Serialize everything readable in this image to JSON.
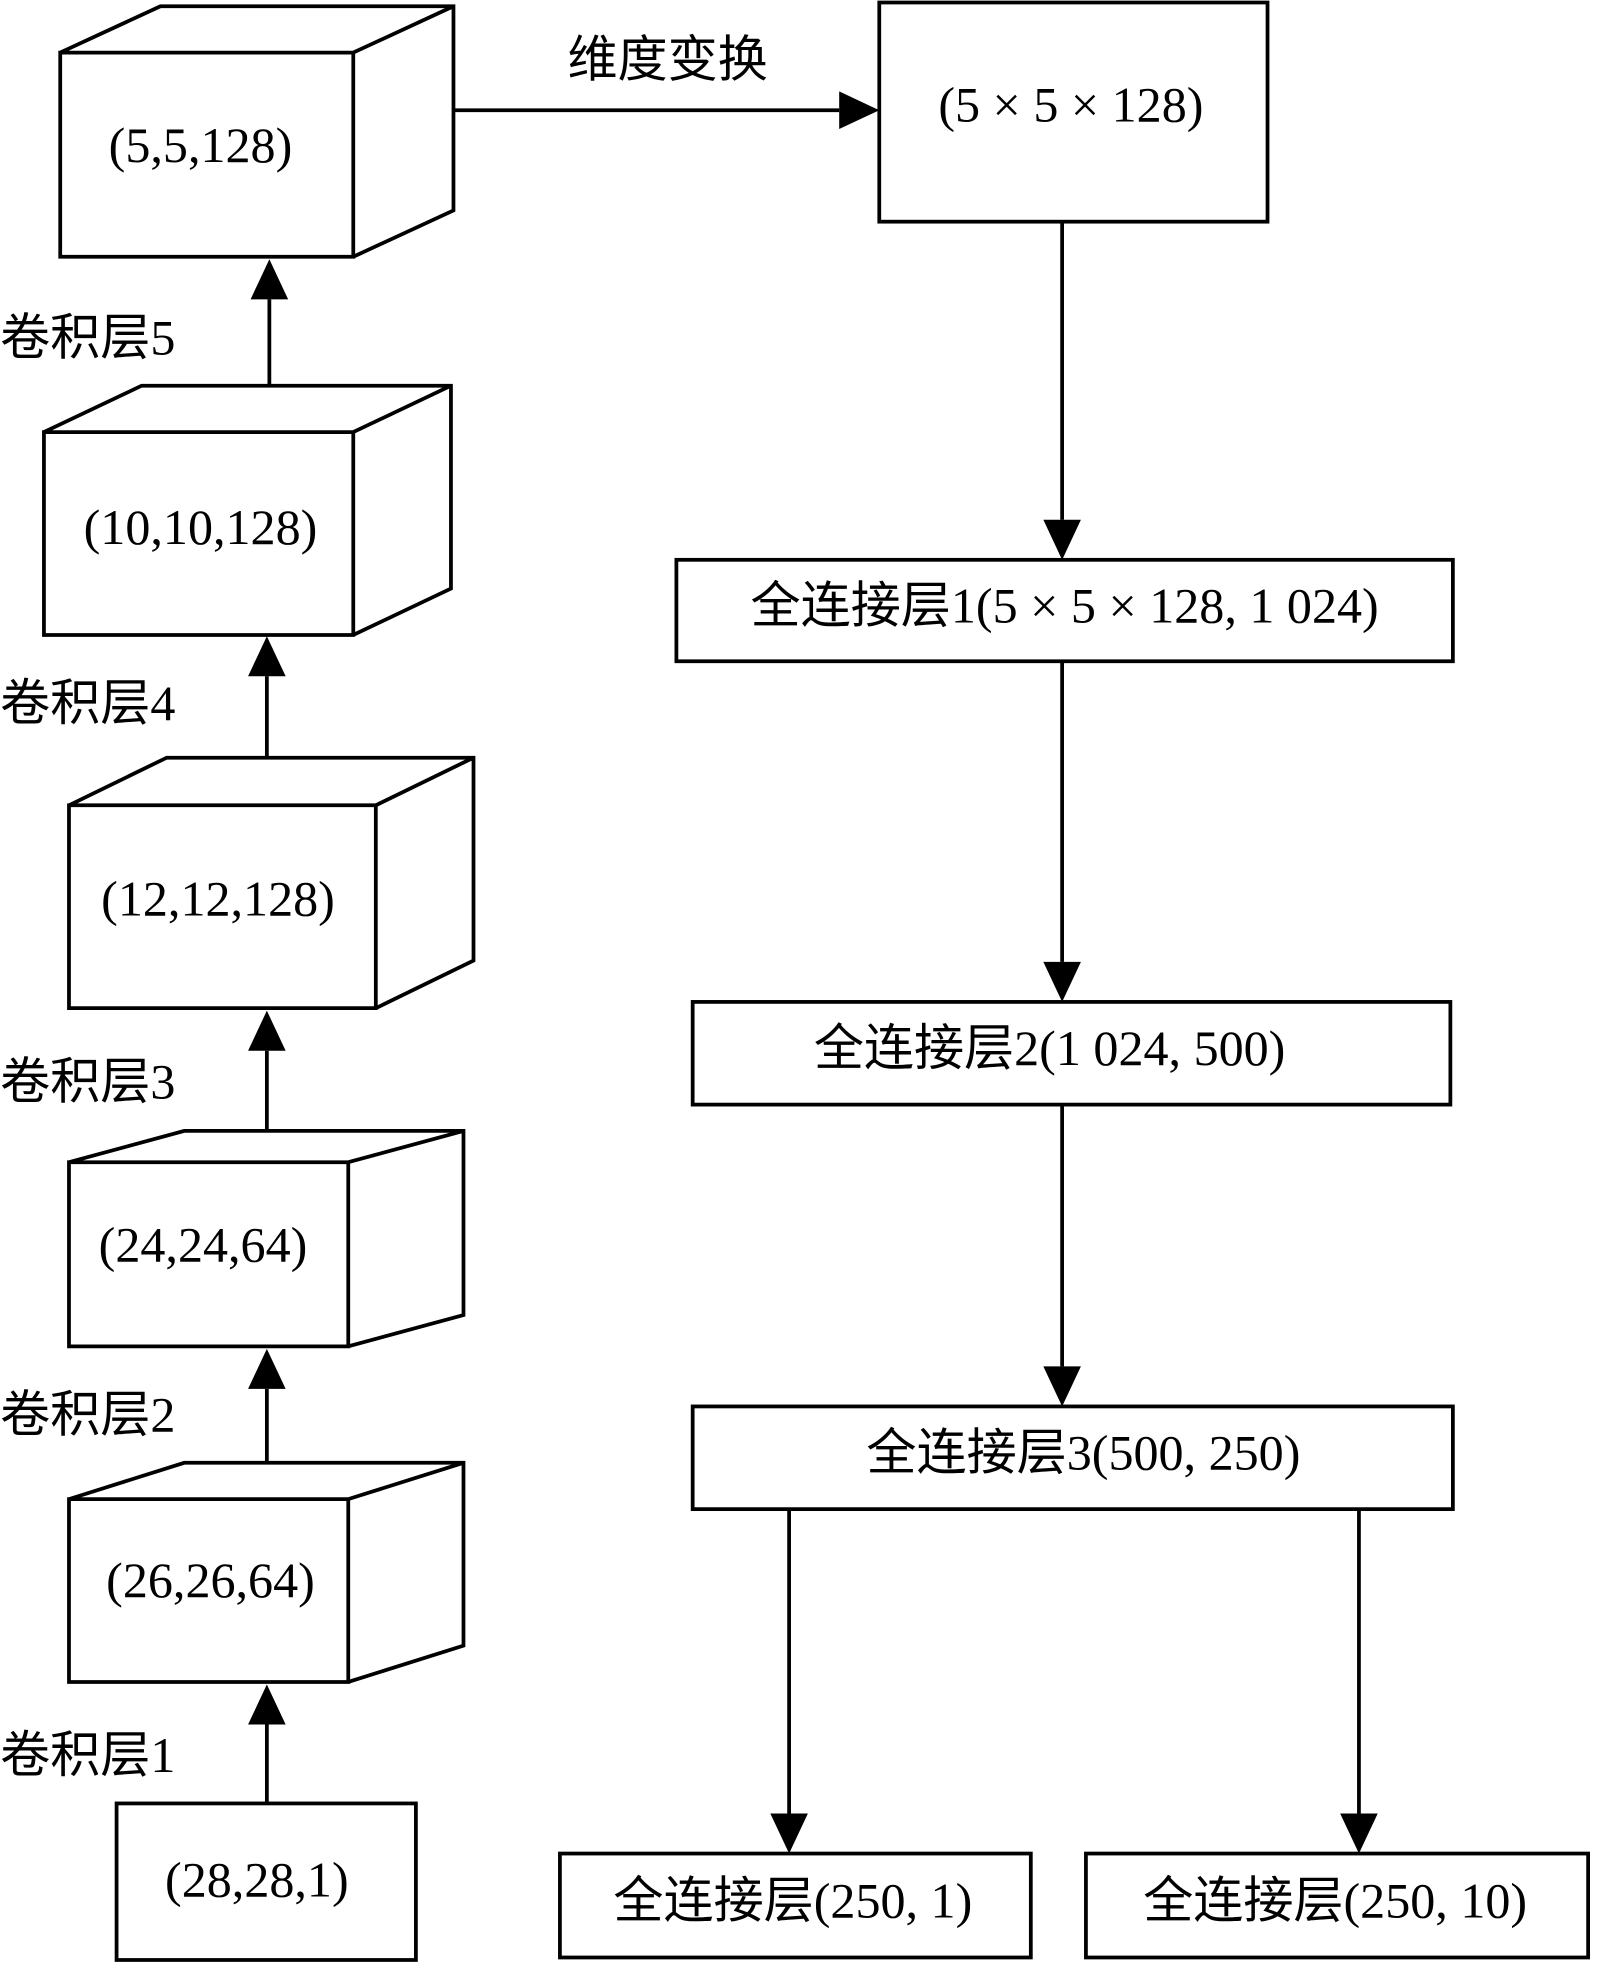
{
  "convolution_stack": {
    "input": "(28,28,1)",
    "cubes": [
      "(26,26,64)",
      "(24,24,64)",
      "(12,12,128)",
      "(10,10,128)",
      "(5,5,128)"
    ],
    "layer_labels": [
      "卷积层1",
      "卷积层2",
      "卷积层3",
      "卷积层4",
      "卷积层5"
    ]
  },
  "reshape": {
    "label": "维度变换",
    "box": "(5 × 5 × 128)"
  },
  "fully_connected": {
    "fc1": "全连接层1(5 × 5 × 128, 1 024)",
    "fc2": "全连接层2(1 024, 500)",
    "fc3": "全连接层3(500, 250)",
    "out1": "全连接层(250, 1)",
    "out2": "全连接层(250, 10)"
  }
}
